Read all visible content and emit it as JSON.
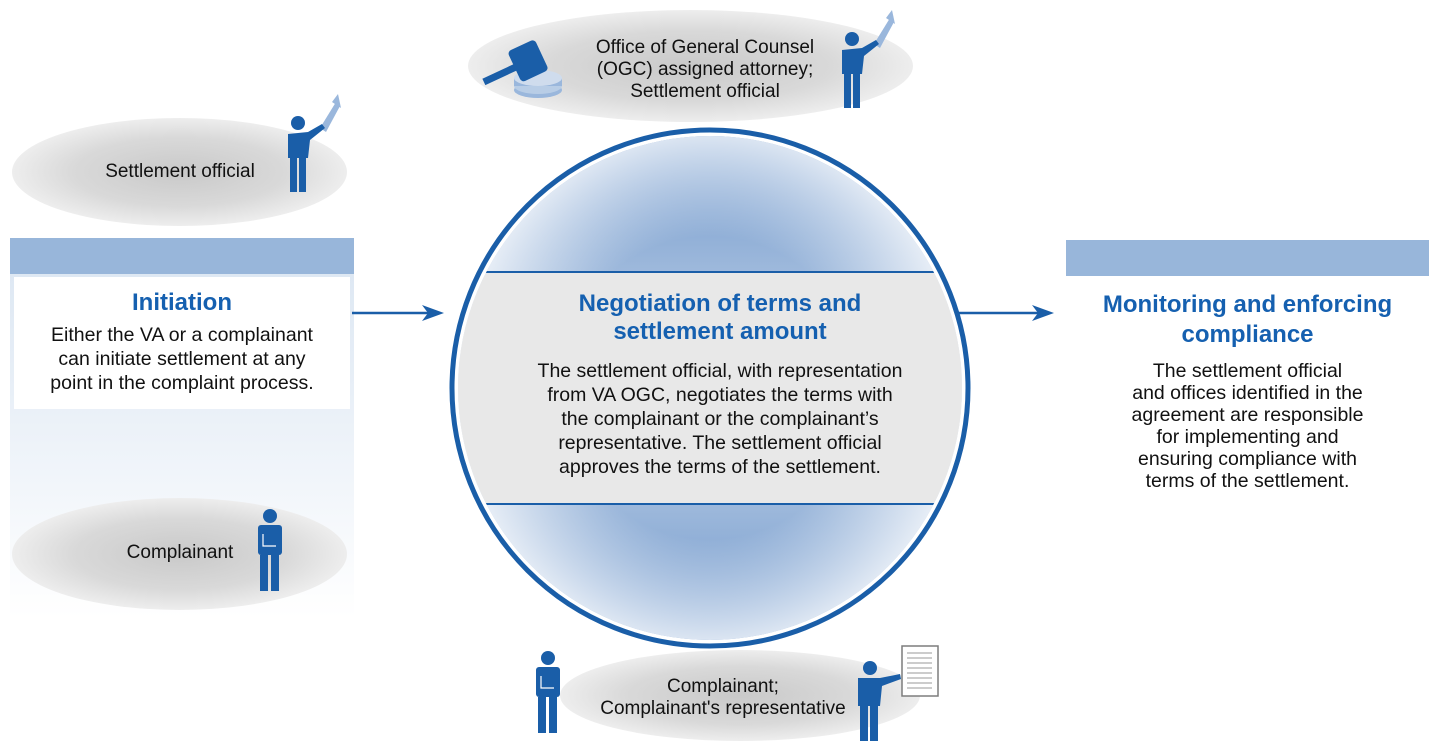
{
  "roles": {
    "ogc": [
      "Office of General Counsel",
      "(OGC) assigned attorney;",
      "Settlement official"
    ],
    "settlement_official": "Settlement official",
    "complainant_left": "Complainant",
    "complainant_bottom": [
      "Complainant;",
      "Complainant's representative"
    ]
  },
  "initiation": {
    "title": "Initiation",
    "body": [
      "Either the VA or a complainant",
      "can initiate settlement at any",
      "point in the complaint process."
    ]
  },
  "negotiation": {
    "title": [
      "Negotiation of terms and",
      "settlement amount"
    ],
    "body": [
      "The settlement official, with representation",
      "from VA OGC, negotiates the terms with",
      "the complainant or the complainant’s",
      "representative. The settlement official",
      "approves the terms of the settlement."
    ]
  },
  "monitoring": {
    "title": [
      "Monitoring and enforcing",
      "compliance"
    ],
    "body": [
      "The settlement official",
      "and offices identified in the",
      "agreement are responsible",
      "for implementing and",
      "ensuring compliance with",
      "terms of the settlement."
    ]
  },
  "colors": {
    "accent_blue": "#1560b0",
    "figure_blue": "#1a5ea8",
    "bar_blue": "#98b6da",
    "band_gray": "#e8e8e8"
  },
  "icons": [
    "gavel-icon",
    "person-pointing-icon",
    "person-standing-icon",
    "person-document-icon",
    "arrow-right-icon"
  ]
}
